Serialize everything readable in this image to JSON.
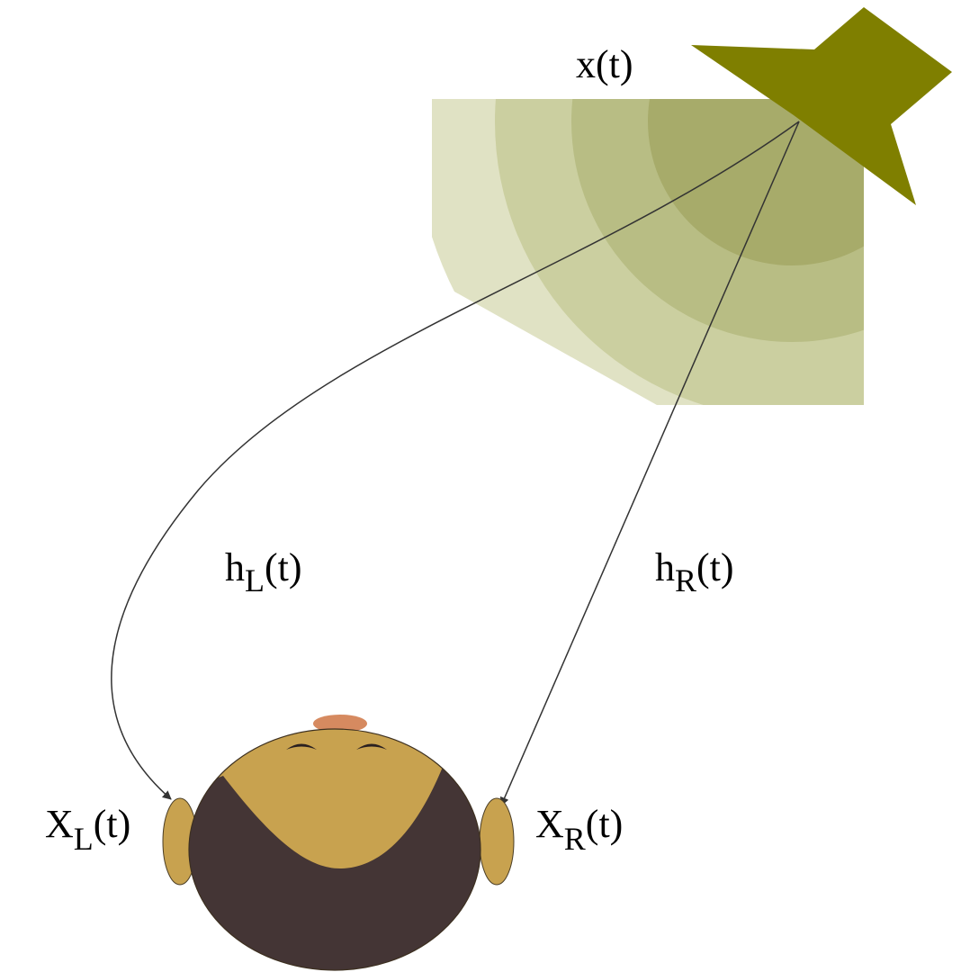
{
  "labels": {
    "source_base": "x",
    "source_arg": "(t)",
    "left_tf_base": "h",
    "left_tf_sub": "L",
    "left_tf_arg": "(t)",
    "right_tf_base": "h",
    "right_tf_sub": "R",
    "right_tf_arg": "(t)",
    "left_ear_base": "X",
    "left_ear_sub": "L",
    "left_ear_arg": "(t)",
    "right_ear_base": "X",
    "right_ear_sub": "R",
    "right_ear_arg": "(t)"
  },
  "colors": {
    "speaker": "#7f7f00",
    "wave_outer": "#e0e2c4",
    "wave_2": "#cbcfa0",
    "wave_3": "#b8bd84",
    "wave_inner": "#a7ab6a",
    "skin": "#c8a24f",
    "hair": "#443535",
    "nose": "#d68a60",
    "line": "#333333"
  }
}
